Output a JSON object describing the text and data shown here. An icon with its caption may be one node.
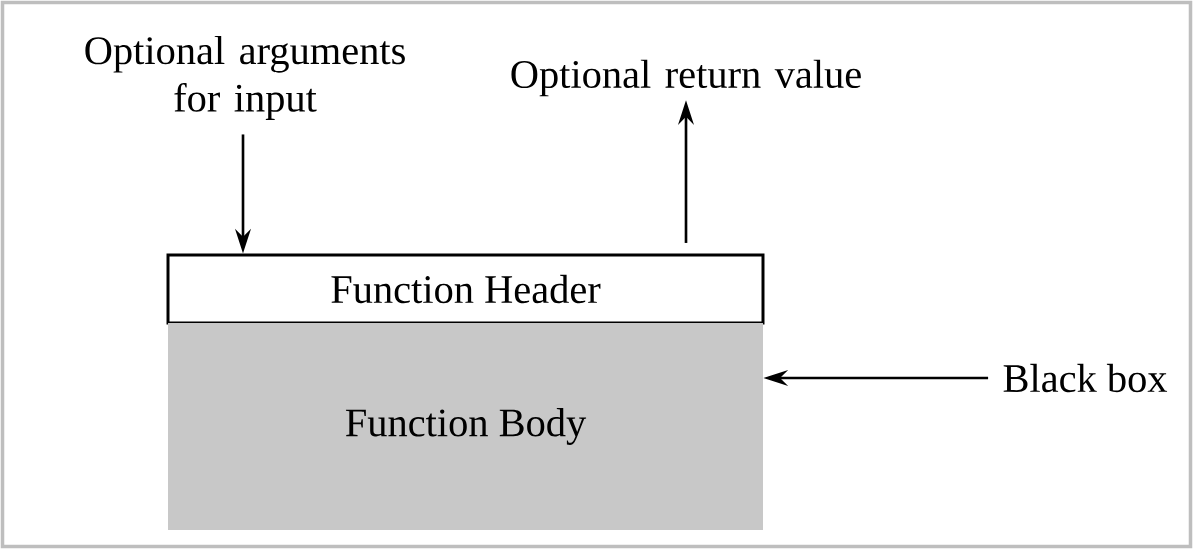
{
  "diagram": {
    "nodes": [
      {
        "text": [
          "Optional arguments for input"
        ]
      },
      {
        "text": [
          "Optional return value"
        ]
      },
      {
        "text": [
          "Function Header"
        ]
      },
      {
        "text": [
          "Function Body"
        ]
      },
      {
        "text": [
          "Black box"
        ]
      }
    ],
    "edges": [
      {
        "from": 0,
        "to": 2,
        "arrow": "to"
      },
      {
        "from": 2,
        "to": 1,
        "arrow": "to"
      },
      {
        "from": 4,
        "to": 3,
        "arrow": "to"
      }
    ]
  }
}
